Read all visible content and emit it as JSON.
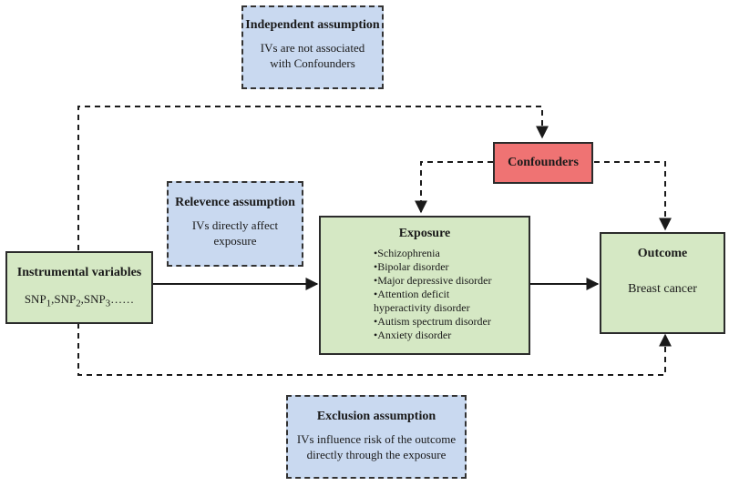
{
  "independent": {
    "title": "Independent assumption",
    "line1": "IVs are not associated",
    "line2": "with Confounders"
  },
  "confounders": {
    "title": "Confounders"
  },
  "relevence": {
    "title": "Relevence assumption",
    "line1": "IVs directly affect",
    "line2": "exposure"
  },
  "instrumental": {
    "title": "Instrumental variables",
    "snp_prefix": "SNP",
    "snp_subs": [
      "1",
      "2",
      "3"
    ],
    "snp_tail": "……"
  },
  "exposure": {
    "title": "Exposure",
    "items": [
      "Schizophrenia",
      "Bipolar disorder",
      "Major depressive disorder",
      "Attention deficit",
      "hyperactivity disorder",
      "Autism spectrum disorder",
      "Anxiety disorder"
    ]
  },
  "outcome": {
    "title": "Outcome",
    "value": "Breast cancer"
  },
  "exclusion": {
    "title": "Exclusion assumption",
    "line1": "IVs influence risk of the outcome",
    "line2": "directly through the exposure"
  },
  "colors": {
    "assumption_fill": "#c9d9f0",
    "node_fill": "#d5e8c4",
    "confounder_fill": "#ef7373",
    "line": "#1a1a1a"
  }
}
